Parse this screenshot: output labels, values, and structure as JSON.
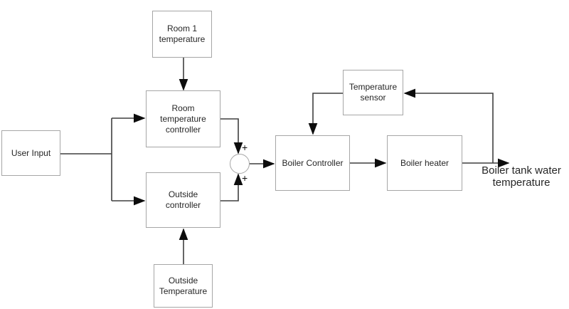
{
  "diagram": {
    "nodes": {
      "room1_temperature": {
        "label": "Room 1\ntemperature"
      },
      "room_temperature_controller": {
        "label": "Room\ntemperature\ncontroller"
      },
      "user_input": {
        "label": "User Input"
      },
      "outside_controller": {
        "label": "Outside\ncontroller"
      },
      "outside_temperature": {
        "label": "Outside\nTemperature"
      },
      "temperature_sensor": {
        "label": "Temperature\nsensor"
      },
      "boiler_controller": {
        "label": "Boiler Controller"
      },
      "boiler_heater": {
        "label": "Boiler heater"
      }
    },
    "summing_junction": {
      "top_sign": "+",
      "bottom_sign": "+"
    },
    "output_label": "Boiler tank water\ntemperature",
    "colors": {
      "box_border": "#a6a6a6",
      "connector": "#3f3f3f",
      "arrowhead": "#0d0d0d",
      "text": "#262626",
      "background": "#ffffff"
    }
  }
}
